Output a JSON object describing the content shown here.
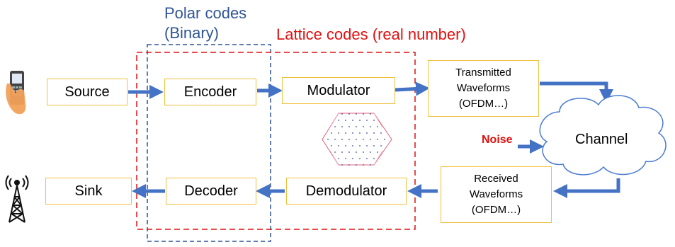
{
  "labels": {
    "polar_line1": "Polar codes",
    "polar_line2": "(Binary)",
    "lattice": "Lattice codes (real number)",
    "noise": "Noise",
    "channel": "Channel"
  },
  "blocks": {
    "source": "Source",
    "encoder": "Encoder",
    "modulator": "Modulator",
    "sink": "Sink",
    "decoder": "Decoder",
    "demodulator": "Demodulator"
  },
  "transmitted": {
    "line1": "Transmitted",
    "line2": "Waveforms",
    "line3": "(OFDM…)"
  },
  "received": {
    "line1": "Received",
    "line2": "Waveforms",
    "line3": "(OFDM…)"
  },
  "colors": {
    "arrow": "#4472c4",
    "box_border": "#f0c040",
    "polar": "#2f5496",
    "lattice": "#e01010",
    "noise": "#e01010"
  },
  "icons": {
    "phone": "mobile-phone-icon",
    "tower": "antenna-tower-icon"
  }
}
